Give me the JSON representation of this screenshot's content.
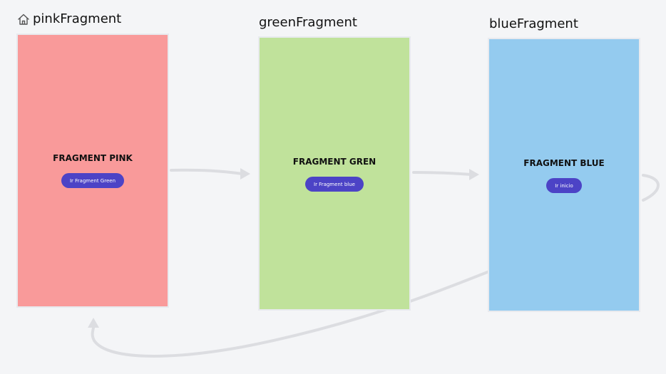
{
  "colors": {
    "background": "#f4f5f7",
    "pink": "#f99a9a",
    "green": "#c0e29b",
    "blue": "#94cbef",
    "button": "#4c43c6",
    "connector": "#dcdde1"
  },
  "icons": {
    "start_destination": "home-icon"
  },
  "fragments": [
    {
      "title": "pinkFragment",
      "heading": "FRAGMENT PINK",
      "button": "Ir Fragment Green"
    },
    {
      "title": "greenFragment",
      "heading": "FRAGMENT GREN",
      "button": "Ir Fragment blue"
    },
    {
      "title": "blueFragment",
      "heading": "FRAGMENT BLUE",
      "button": "Ir inicio"
    }
  ]
}
